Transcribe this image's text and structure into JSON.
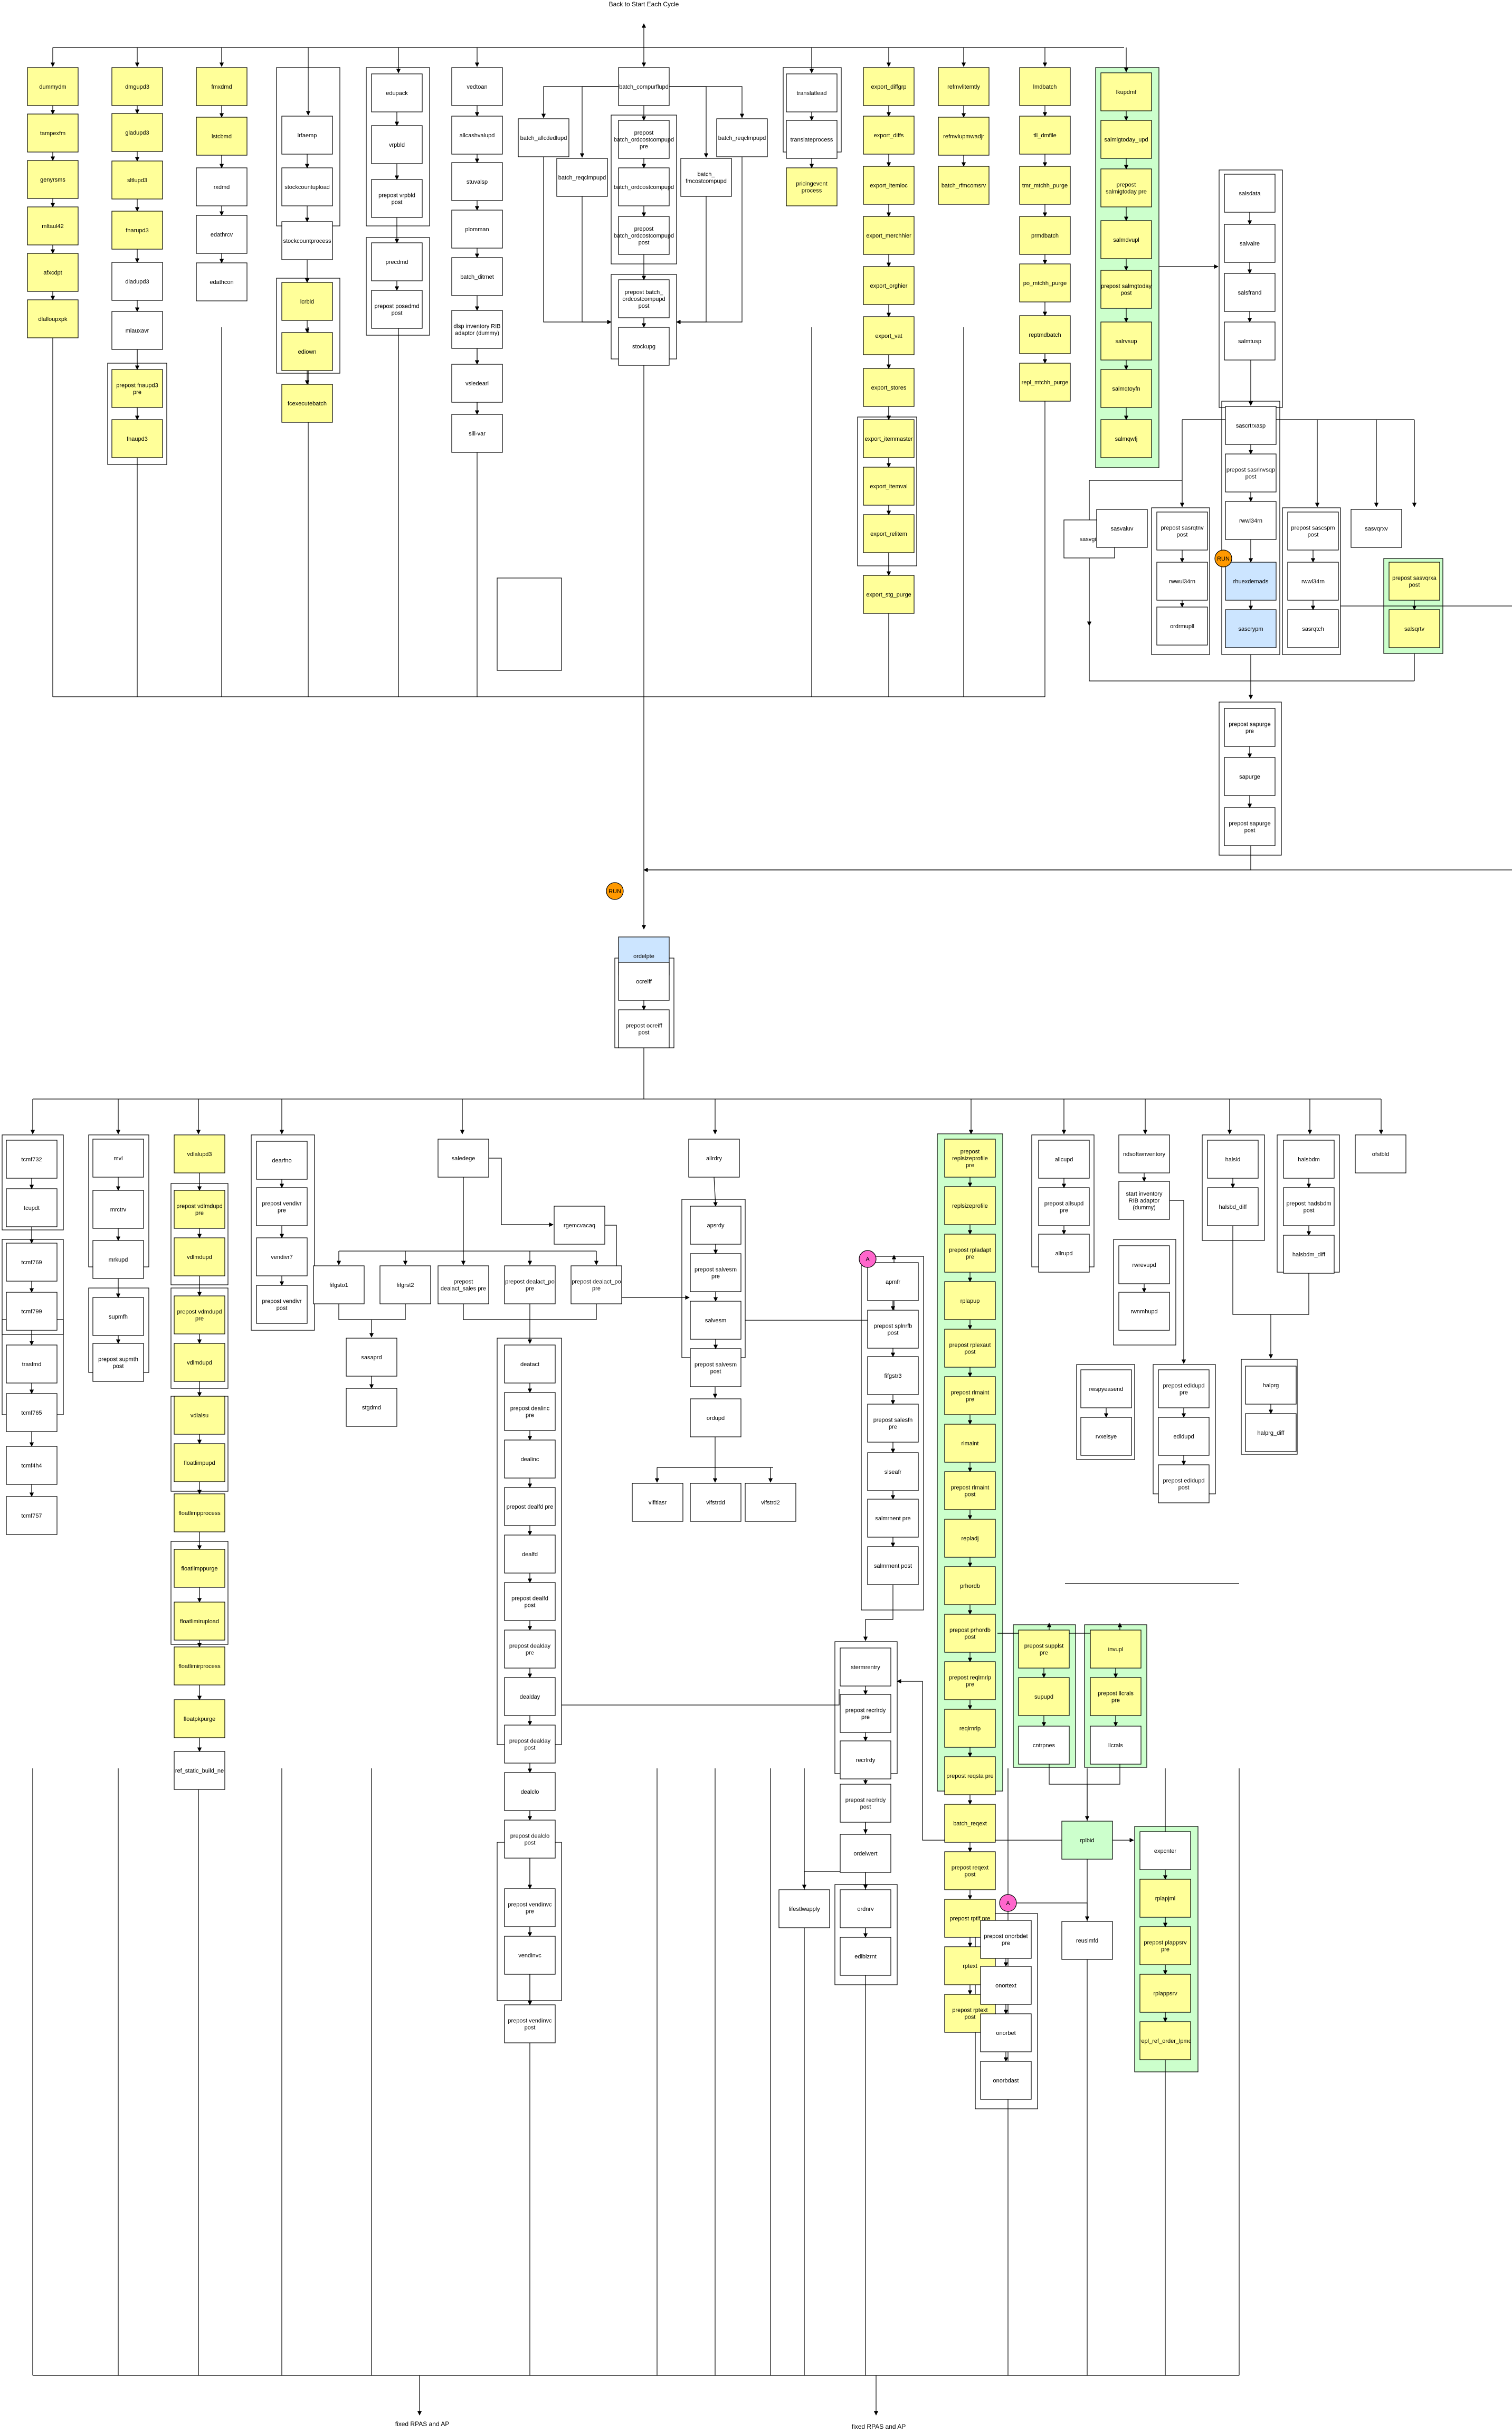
{
  "title": "Back to Start Each Cycle",
  "footer": [
    "fixed RPAS and AP",
    "fixed RPAS and AP"
  ],
  "colors": {
    "yellow": "#ffff99",
    "white": "#ffffff",
    "blue": "#cce5ff",
    "green_group": "#ccffcc",
    "orange_marker": "#ff9900",
    "pink_marker": "#ff66cc"
  },
  "markers": [
    "RUN",
    "RUN",
    "RUN",
    "A",
    "A"
  ],
  "nodes": {
    "c1": [
      "dummydm",
      "tampexfm",
      "genyrsms",
      "mltaul42",
      "afxcdpt",
      "dlalloupxpk"
    ],
    "c2": [
      "dmgupd3",
      "gladupd3",
      "sltlupd3",
      "fnarupd3",
      "dladupd3",
      "mlauxavr",
      "prepost fnaupd3 pre",
      "fnaupd3"
    ],
    "c3": [
      "fmxdmd",
      "lstcbmd",
      "rxdmd",
      "edathrcv",
      "edathcon"
    ],
    "c4": [
      "lrfaemp",
      "stockcountupload",
      "stockcountprocess",
      "lcrbld",
      "ediown",
      "fcexecutebatch"
    ],
    "c5": [
      "edupack",
      "vrpbld",
      "prepost vrpbld post",
      "precdmd",
      "prepost posedmd post"
    ],
    "c6": [
      "vedtoan",
      "allcashvalupd",
      "stuvalsp",
      "plomman",
      "batch_ditrnet",
      "dlsp inventory RIB adaptor (dummy)",
      "vsledearl",
      "sill-var"
    ],
    "c7": [
      "batch_compurflupd",
      "batch_allcdedlupd",
      "prepost batch_ordcostcompupd pre",
      "batch_reqclmpupd",
      "batch_ordcostcompupd",
      "batch_reqclmpupd",
      "prepost batch_ordcostcompupd post",
      "batch_ fmcostcompupd",
      "prepost batch_ ordcostcompupd post",
      "stockupg"
    ],
    "c8": [
      "translatlead",
      "translateprocess",
      "pricingevent process"
    ],
    "c9": [
      "export_diffgrp",
      "export_diffs",
      "export_itemloc",
      "export_merchhier",
      "export_orghier",
      "export_vat",
      "export_stores",
      "export_itemmaster",
      "export_itemval",
      "export_relitem",
      "export_stg_purge"
    ],
    "c10": [
      "refmvlitemtly",
      "refmvlupmwadjr",
      "batch_rfmcomsrv"
    ],
    "c11": [
      "lmdbatch",
      "tll_dmfile",
      "tmr_mtchh_purge",
      "prmdbatch",
      "po_mtchh_purge",
      "reptmdbatch",
      "repl_mtchh_purge"
    ],
    "c12": [
      "lkupdmf",
      "salmigtoday_upd",
      "prepost salmigtoday pre",
      "salmdvupl",
      "prepost salmgtoday post",
      "salrvsup",
      "salmqtoyfn",
      "salmqwfj"
    ],
    "c13": [
      "salsdata",
      "salvalre",
      "salsfrand",
      "salmtusp"
    ],
    "row2": [
      "sasvaluv",
      "prepost sasrqtnv post",
      "rwwul34rn",
      "sasvgis",
      "sascrtrxasp",
      "prepost sasrlnvsqp post",
      "ordrmupll",
      "rwwl34rn",
      "rhuexdemads",
      "sascrypm",
      "prepost sascspm post",
      "rwwl34rn",
      "sasrqtch",
      "sasvqrxv",
      "sasvqrxa",
      "prepost sasvqrxa post",
      "salsqrtv"
    ],
    "sales": [
      "prepost sapurge pre",
      "sapurge",
      "prepost sapurge post"
    ],
    "center": [
      "ordelpte",
      "ocreiff",
      "prepost ocreiff post"
    ],
    "bottom": {
      "l1": [
        "tcmf732",
        "tcupdt",
        "tcmf769",
        "tcmf799",
        "trasfmd",
        "tcmf765",
        "tcmf4h4",
        "tcmf757"
      ],
      "l2": [
        "mvl",
        "mrctrv",
        "mrkupd",
        "supmfh",
        "prepost supmth post"
      ],
      "l3": [
        "vdlalupd3",
        "prepost vdlmdupd pre",
        "vdlmdupd",
        "prepost vdmdupd pre",
        "vdlmdupd",
        "vdlalsu",
        "floatlimpupd",
        "floatlimpprocess",
        "floatlimppurge",
        "floatlimirupload",
        "floatlimirprocess",
        "floatpkpurge",
        "ref_static_build_ne"
      ],
      "l4": [
        "dearfno",
        "prepost vendivr pre",
        "vendivr7",
        "prepost vendivr post"
      ],
      "l5": [
        "saledege",
        "rgemcvacaq",
        "fifgsto1",
        "fifgrst2",
        "prepost dealact_sales pre",
        "prepost dealact_po pre",
        "prepost dealact_po pre",
        "sasaprd",
        "stgdmd",
        "deatact",
        "prepost dealinc pre",
        "dealinc",
        "prepost dealfd pre",
        "dealfd",
        "prepost dealfd post",
        "prepost dealday pre",
        "dealday",
        "prepost dealday post",
        "dealclo",
        "prepost dealclo post",
        "prepost vendinvc pre",
        "vendinvc",
        "prepost vendinvc post"
      ],
      "l6": [
        "allrdry",
        "apsrdy",
        "prepost salvesm pre",
        "salvesm",
        "prepost salvesm post",
        "ordupd",
        "vifltlasr",
        "vifstrdd",
        "vifstrd2"
      ],
      "l7": [
        "apmfr",
        "prepost splnrfb post",
        "fifgstr3",
        "prepost salesfn pre",
        "slseafr",
        "salmrnent pre",
        "salmrnent post",
        "stermrentry",
        "prepost recrlrdy pre",
        "recrlrdy",
        "prepost recrlrdy post",
        "ordelwert",
        "ordnrv",
        "ediblzrnt",
        "lifestlwapply"
      ],
      "l8": [
        "prepost replsizeprofile pre",
        "replsizeprofile",
        "prepost rpladapt pre",
        "rplapup",
        "prepost rplexaut post",
        "prepost rlmaint pre",
        "rlmaint",
        "prepost rlmaint post",
        "repladj",
        "prhordb",
        "prepost prhordb post",
        "prepost reqlrnrlp pre",
        "reqlrnrlp",
        "prepost reqsta pre",
        "batch_reqext",
        "prepost reqext post",
        "prepost rptlf pre",
        "rptext",
        "prepost rptext post"
      ],
      "l9": [
        "allcupd",
        "prepost allsupd pre",
        "allrupd",
        "ndsoftwnventory",
        "start inventory RIB adaptor (dummy)",
        "rwrevupd",
        "rwnmhupd",
        "rwspyeasend",
        "rvxeisye",
        "prepost edldupd pre",
        "edldupd",
        "prepost edldupd post",
        "prepost supplst pre",
        "supupd",
        "cntrpnes",
        "invupl",
        "prepost llcrals pre",
        "llcrals"
      ],
      "l10": [
        "halsld",
        "halsbd_diff",
        "halsbdm",
        "prepost hadsbdm post",
        "halsbdm_diff",
        "halprg",
        "halprg_diff",
        "ofstbld"
      ],
      "l11": [
        "rplbid",
        "reuslmfd",
        "prepost onorbdet pre",
        "onortext",
        "onorbet",
        "onorbdast",
        "expcnter",
        "rplapjml",
        "prepost plappsrv pre",
        "rplappsrv",
        "repl_ref_order_lpmc"
      ]
    }
  }
}
